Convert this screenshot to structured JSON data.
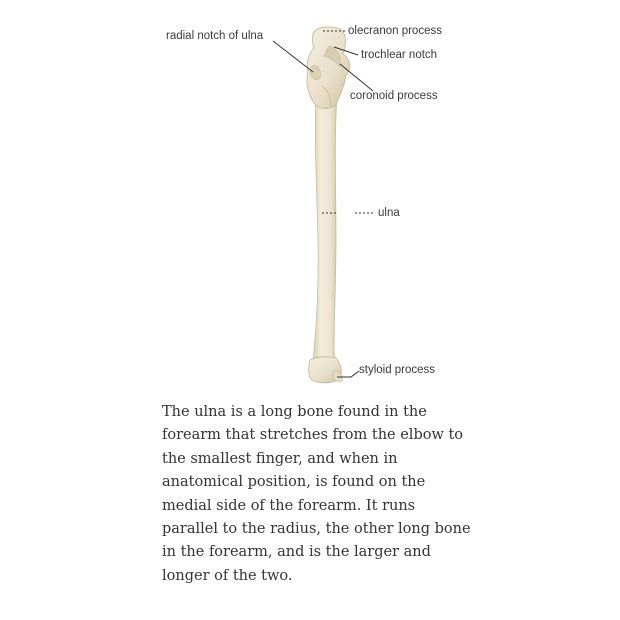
{
  "diagram": {
    "labels": {
      "radial_notch": "radial notch of ulna",
      "olecranon_process": "olecranon process",
      "trochlear_notch": "trochlear notch",
      "coronoid_process": "coronoid process",
      "ulna": "ulna",
      "styloid_process": "styloid process"
    },
    "colors": {
      "bone_fill": "#efe8d6",
      "bone_edge": "#cfc3a4",
      "bone_shade": "#ddd2b6",
      "leader_line": "#333333",
      "label_text": "#3a3a3a"
    }
  },
  "caption": {
    "text": "The ulna is a long bone found in the forearm that stretches from the elbow to the smallest finger, and when in anatomical position, is found on the medial side of the forearm. It runs parallel to the radius, the other long bone in the forearm, and is the larger and longer of the two."
  }
}
